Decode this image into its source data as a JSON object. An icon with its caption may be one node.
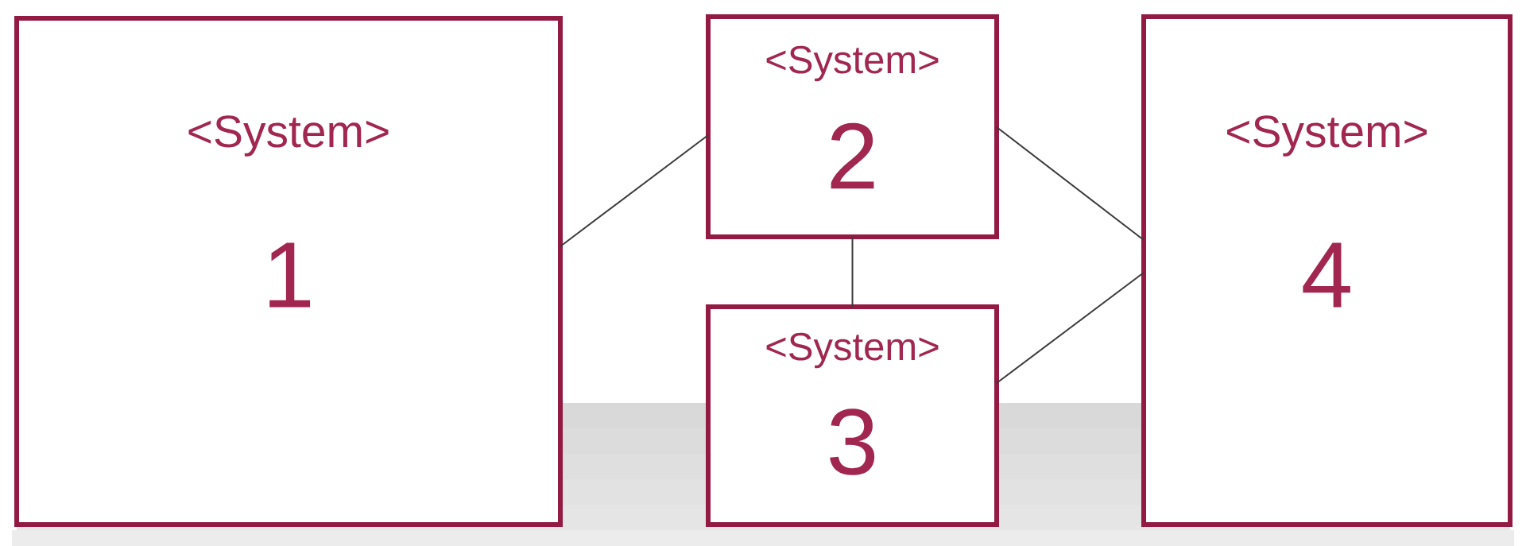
{
  "diagram": {
    "nodes": [
      {
        "text": [
          "<System>",
          "1"
        ]
      },
      {
        "text": [
          "<System>",
          "2"
        ]
      },
      {
        "text": [
          "<System>",
          "3"
        ]
      },
      {
        "text": [
          "<System>",
          "4"
        ]
      }
    ],
    "edges": [
      {
        "from": 0,
        "to": 1,
        "arrow": "none"
      },
      {
        "from": 1,
        "to": 2,
        "arrow": "none"
      },
      {
        "from": 1,
        "to": 3,
        "arrow": "none"
      },
      {
        "from": 2,
        "to": 3,
        "arrow": "none"
      }
    ]
  }
}
